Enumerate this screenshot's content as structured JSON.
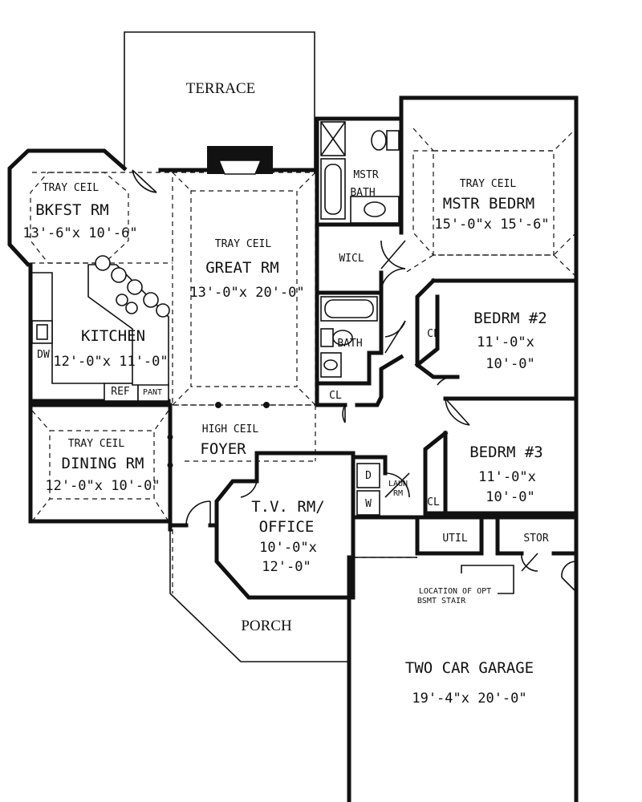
{
  "rooms": {
    "terrace": {
      "name": "TERRACE"
    },
    "bkfst": {
      "ceiling": "TRAY CEIL",
      "name": "BKFST RM",
      "dims": "13'-6\"x 10'-6\""
    },
    "great": {
      "ceiling": "TRAY CEIL",
      "name": "GREAT RM",
      "dims": "13'-0\"x 20'-0\""
    },
    "kitchen": {
      "name": "KITCHEN",
      "dims": "12'-0\"x 11'-0\"",
      "dw": "DW",
      "ref": "REF",
      "pant": "PANT"
    },
    "mstr_bath": {
      "line1": "MSTR",
      "line2": "BATH"
    },
    "mstr_bedrm": {
      "ceiling": "TRAY CEIL",
      "name": "MSTR BEDRM",
      "dims": "15'-0\"x 15'-6\""
    },
    "wicl": {
      "name": "WICL"
    },
    "bath": {
      "name": "BATH"
    },
    "bedrm2": {
      "name": "BEDRM #2",
      "dims1": "11'-0\"x",
      "dims2": "10'-0\""
    },
    "bedrm2_cl": {
      "name": "CL"
    },
    "hall_cl": {
      "name": "CL"
    },
    "foyer": {
      "ceiling": "HIGH CEIL",
      "name": "FOYER"
    },
    "dining": {
      "ceiling": "TRAY CEIL",
      "name": "DINING RM",
      "dims": "12'-0\"x 10'-0\""
    },
    "tv_office": {
      "line1": "T.V. RM/",
      "line2": "OFFICE",
      "dims1": "10'-0\"x",
      "dims2": "12'-0\""
    },
    "laundry": {
      "line1": "LAUN",
      "line2": "RM",
      "dryer": "D",
      "washer": "W"
    },
    "bedrm3": {
      "name": "BEDRM #3",
      "dims1": "11'-0\"x",
      "dims2": "10'-0\""
    },
    "bedrm3_cl": {
      "name": "CL"
    },
    "util": {
      "name": "UTIL"
    },
    "stor": {
      "name": "STOR"
    },
    "porch": {
      "name": "PORCH"
    },
    "garage": {
      "name": "TWO CAR GARAGE",
      "dims": "19'-4\"x 20'-0\""
    },
    "stair_note": {
      "line1": "LOCATION OF OPT",
      "line2": "BSMT STAIR"
    }
  }
}
